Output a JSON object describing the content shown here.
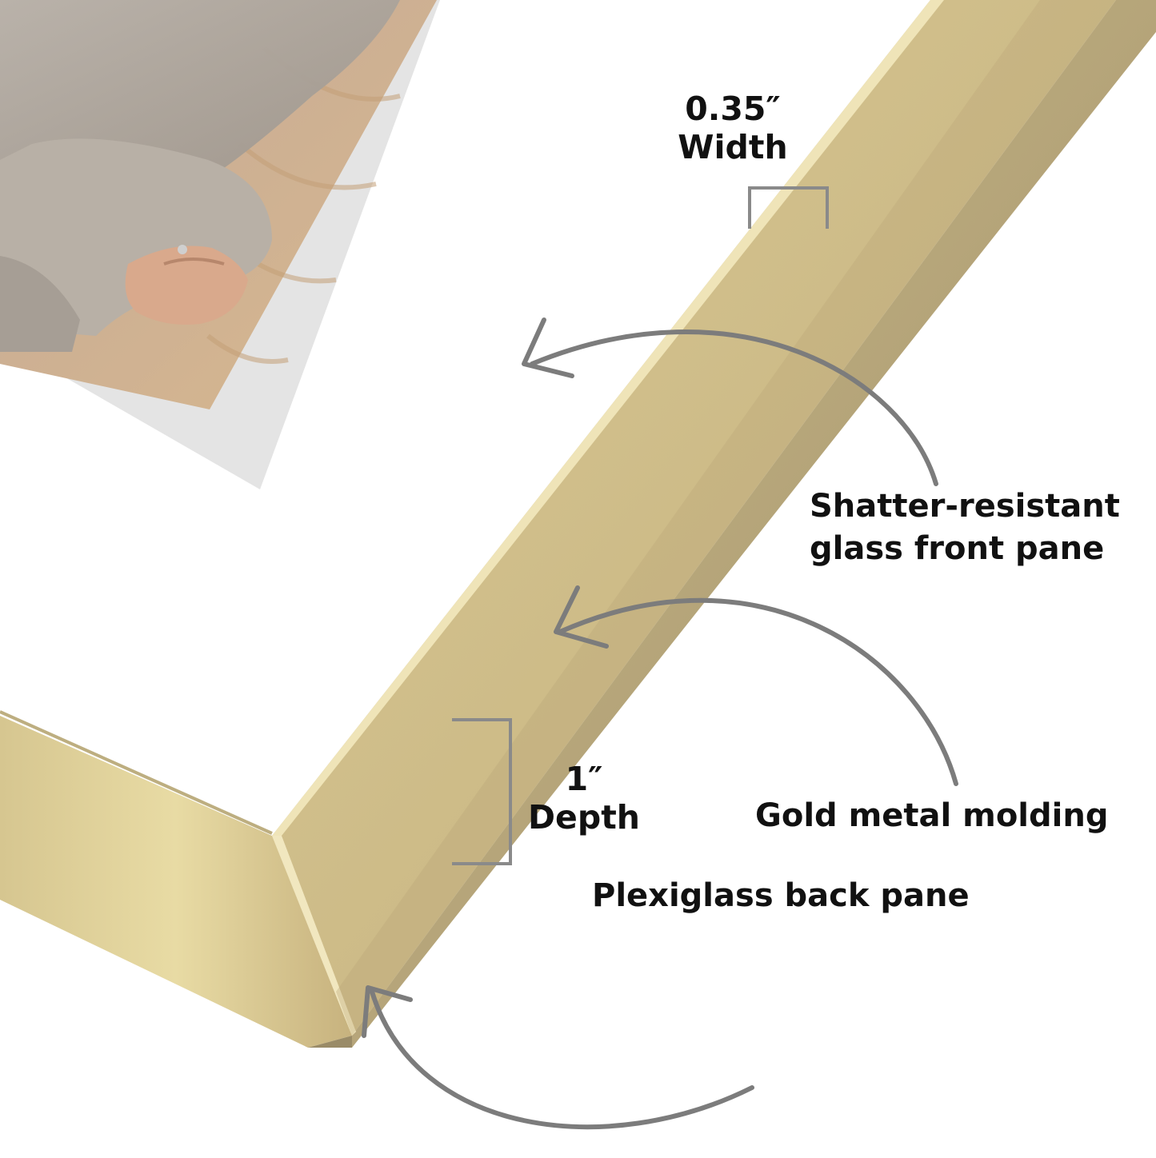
{
  "labels": {
    "width_value": "0.35″",
    "width_caption": "Width",
    "depth_value": "1″",
    "depth_caption": "Depth",
    "glass_line1": "Shatter-resistant",
    "glass_line2": "glass front pane",
    "molding": "Gold metal molding",
    "plexiglass": "Plexiglass back pane"
  },
  "colors": {
    "frame_gold_light": "#e7d9a0",
    "frame_gold_mid": "#cbb885",
    "frame_gold_dark": "#a89873",
    "mat": "#ffffff",
    "mat_shadow": "#e4e4e4",
    "arrow_gray": "#7c7c7c",
    "text": "#111111"
  }
}
